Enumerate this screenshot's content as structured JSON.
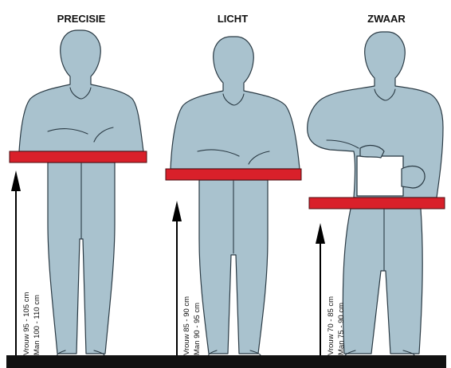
{
  "figures": [
    {
      "title": "PRECISIE",
      "women": "Vrouw 95 - 105 cm",
      "men": "Man 100 - 110 cm"
    },
    {
      "title": "LICHT",
      "women": "Vrouw 85 - 90 cm",
      "men": "Man 90 - 95 cm"
    },
    {
      "title": "ZWAAR",
      "women": "Vrouw 70 - 85 cm",
      "men": "Man 75 - 90 cm"
    }
  ],
  "colors": {
    "figure": "#a9c2ce",
    "outline": "#2a3a44",
    "bench": "#d9202a",
    "floor": "#111111"
  }
}
